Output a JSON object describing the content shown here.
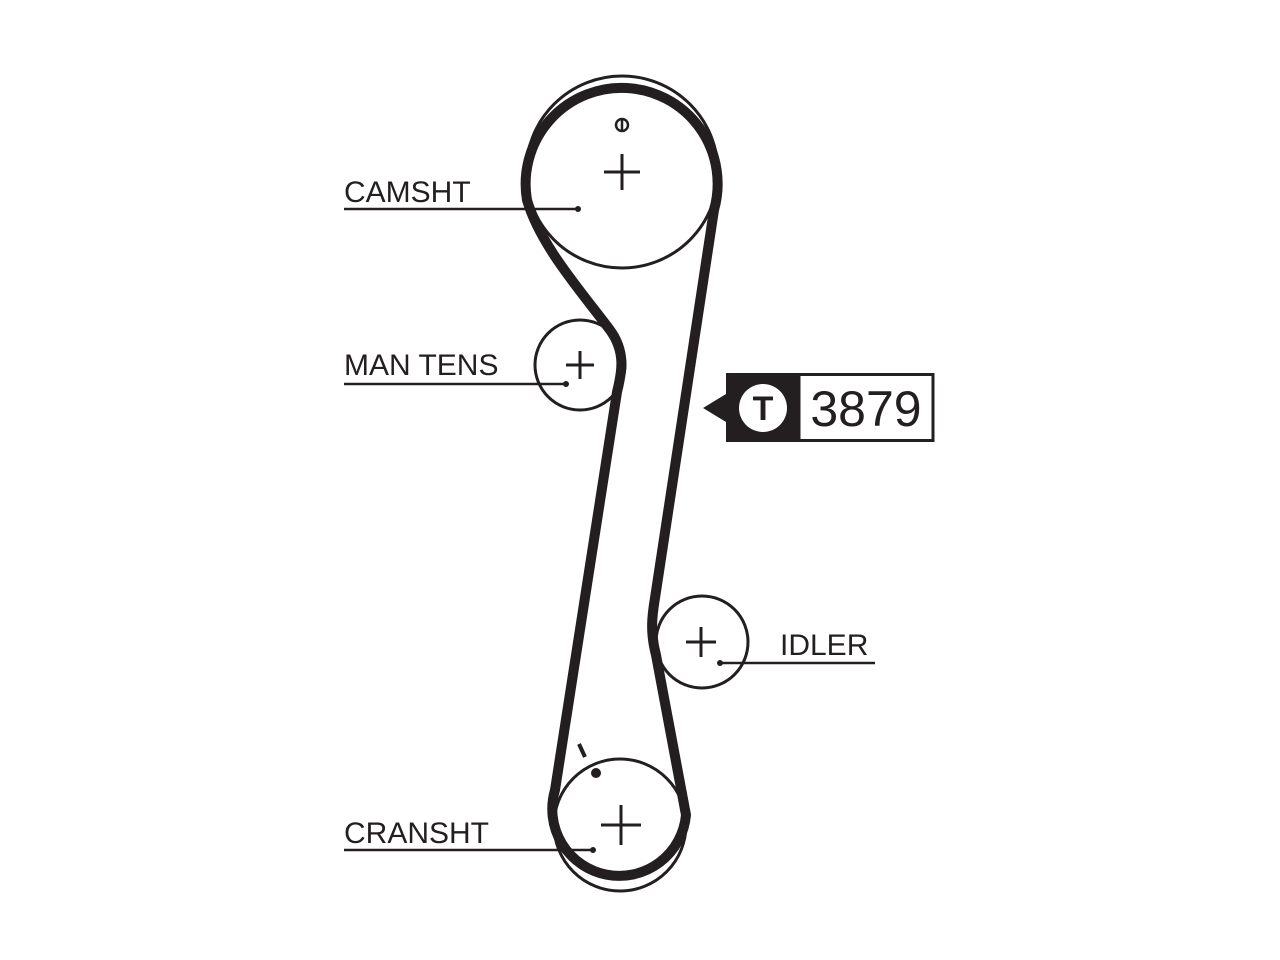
{
  "diagram": {
    "labels": {
      "camshaft": "CAMSHT",
      "tensioner": "MAN TENS",
      "idler": "IDLER",
      "crankshaft": "CRANSHT"
    },
    "part_badge": {
      "icon_letter": "T",
      "part_number": "3879"
    },
    "colors": {
      "ink": "#231f20",
      "background": "#ffffff"
    },
    "icons": [
      "timing-mark-icon",
      "center-cross-icon",
      "tension-tool-icon"
    ]
  }
}
